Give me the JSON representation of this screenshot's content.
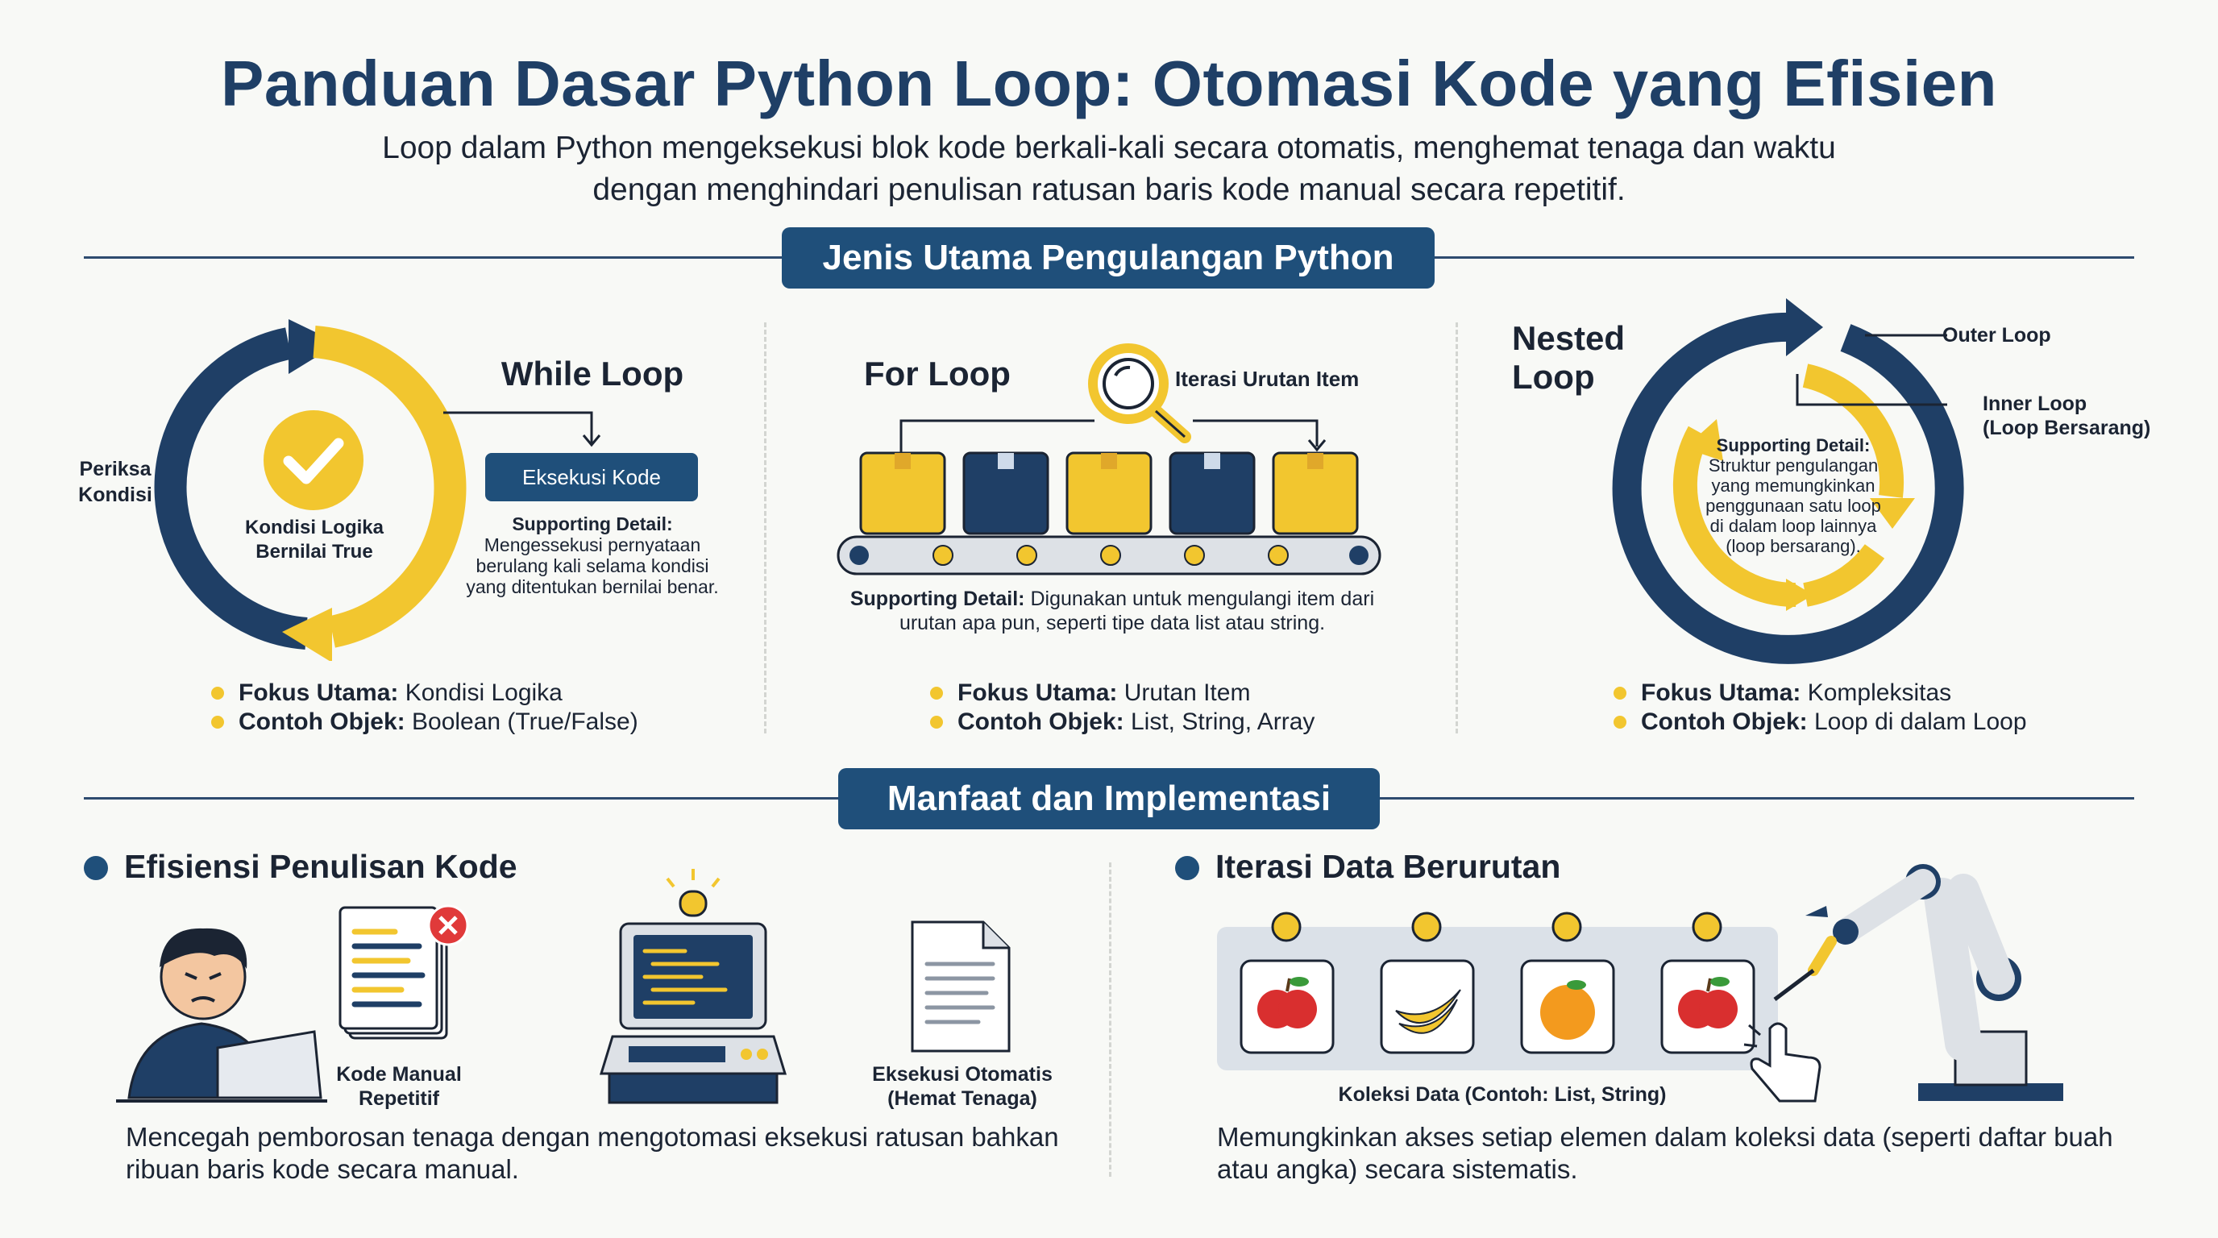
{
  "header": {
    "title": "Panduan Dasar Python Loop: Otomasi Kode yang Efisien",
    "subtitle_line1": "Loop dalam Python mengeksekusi blok kode berkali-kali secara otomatis, menghemat tenaga dan waktu",
    "subtitle_line2": "dengan menghindari penulisan ratusan baris kode manual secara repetitif."
  },
  "section1": {
    "banner": "Jenis Utama Pengulangan Python",
    "while_loop": {
      "title": "While Loop",
      "check_label_1": "Periksa",
      "check_label_2": "Kondisi",
      "center_label_1": "Kondisi Logika",
      "center_label_2": "Bernilai True",
      "exec_button": "Eksekusi Kode",
      "detail_title": "Supporting Detail:",
      "detail_l1": "Mengessekusi pernyataan",
      "detail_l2": "berulang kali selama kondisi",
      "detail_l3": "yang ditentukan bernilai benar.",
      "focus_key": "Fokus Utama:",
      "focus_val": "Kondisi Logika",
      "example_key": "Contoh Objek:",
      "example_val": "Boolean (True/False)"
    },
    "for_loop": {
      "title": "For Loop",
      "iter_label": "Iterasi Urutan Item",
      "detail_key": "Supporting Detail:",
      "detail_l1": "Digunakan untuk mengulangi item dari",
      "detail_l2": "urutan apa pun, seperti tipe data list atau string.",
      "focus_key": "Fokus Utama:",
      "focus_val": "Urutan Item",
      "example_key": "Contoh Objek:",
      "example_val": "List, String, Array"
    },
    "nested_loop": {
      "title_1": "Nested",
      "title_2": "Loop",
      "outer_label": "Outer Loop",
      "inner_label_1": "Inner Loop",
      "inner_label_2": "(Loop Bersarang)",
      "detail_title": "Supporting Detail:",
      "detail_l1": "Struktur pengulangan",
      "detail_l2": "yang memungkinkan",
      "detail_l3": "penggunaan satu loop",
      "detail_l4": "di dalam loop lainnya",
      "detail_l5": "(loop bersarang).",
      "focus_key": "Fokus Utama:",
      "focus_val": "Kompleksitas",
      "example_key": "Contoh Objek:",
      "example_val": "Loop di dalam Loop"
    }
  },
  "section2": {
    "banner": "Manfaat dan Implementasi",
    "efficiency": {
      "heading": "Efisiensi Penulisan Kode",
      "manual_l1": "Kode Manual",
      "manual_l2": "Repetitif",
      "auto_l1": "Eksekusi Otomatis",
      "auto_l2": "(Hemat Tenaga)",
      "para_l1": "Mencegah pemborosan tenaga dengan mengotomasi eksekusi ratusan bahkan",
      "para_l2": "ribuan baris kode secara manual."
    },
    "iteration": {
      "heading": "Iterasi Data Berurutan",
      "collection_label": "Koleksi Data (Contoh: List, String)",
      "para_l1": "Memungkinkan akses setiap elemen dalam koleksi data (seperti daftar buah",
      "para_l2": "atau angka) secara sistematis."
    }
  },
  "colors": {
    "navy": "#1f4f7a",
    "yellow": "#f2c62f",
    "dark_text": "#1b2433",
    "light_bg": "#f8f9f6"
  }
}
